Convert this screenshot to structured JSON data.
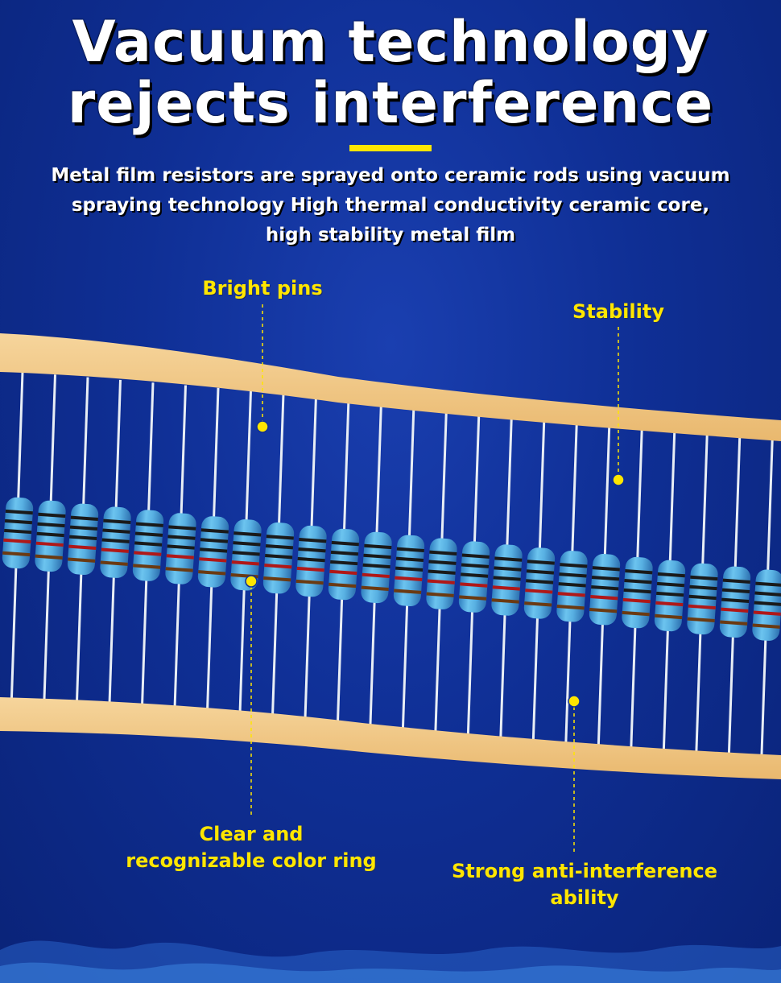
{
  "header": {
    "title_line1": "Vacuum technology",
    "title_line2": "rejects interference",
    "subtitle_line1": "Metal film resistors are sprayed onto ceramic rods using vacuum",
    "subtitle_line2": "spraying technology High thermal conductivity ceramic core,",
    "subtitle_line3": "high stability metal film"
  },
  "callouts": {
    "bright_pins": "Bright pins",
    "stability": "Stability",
    "color_ring_line1": "Clear and",
    "color_ring_line2": "recognizable color ring",
    "anti_interference_line1": "Strong anti-interference",
    "anti_interference_line2": "ability"
  },
  "colors": {
    "background": "#0f2f95",
    "accent": "#ffe600",
    "tape": "#f1c98a",
    "resistor_body": "#4fa8dc"
  }
}
